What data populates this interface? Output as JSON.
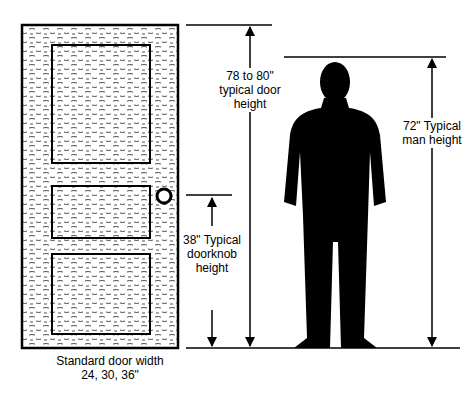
{
  "diagram": {
    "labels": [
      "78 to 80\" typical door height",
      "38\" Typical doorknob height",
      "72\" Typical man height",
      "Standard door width 24, 30, 36\""
    ]
  }
}
